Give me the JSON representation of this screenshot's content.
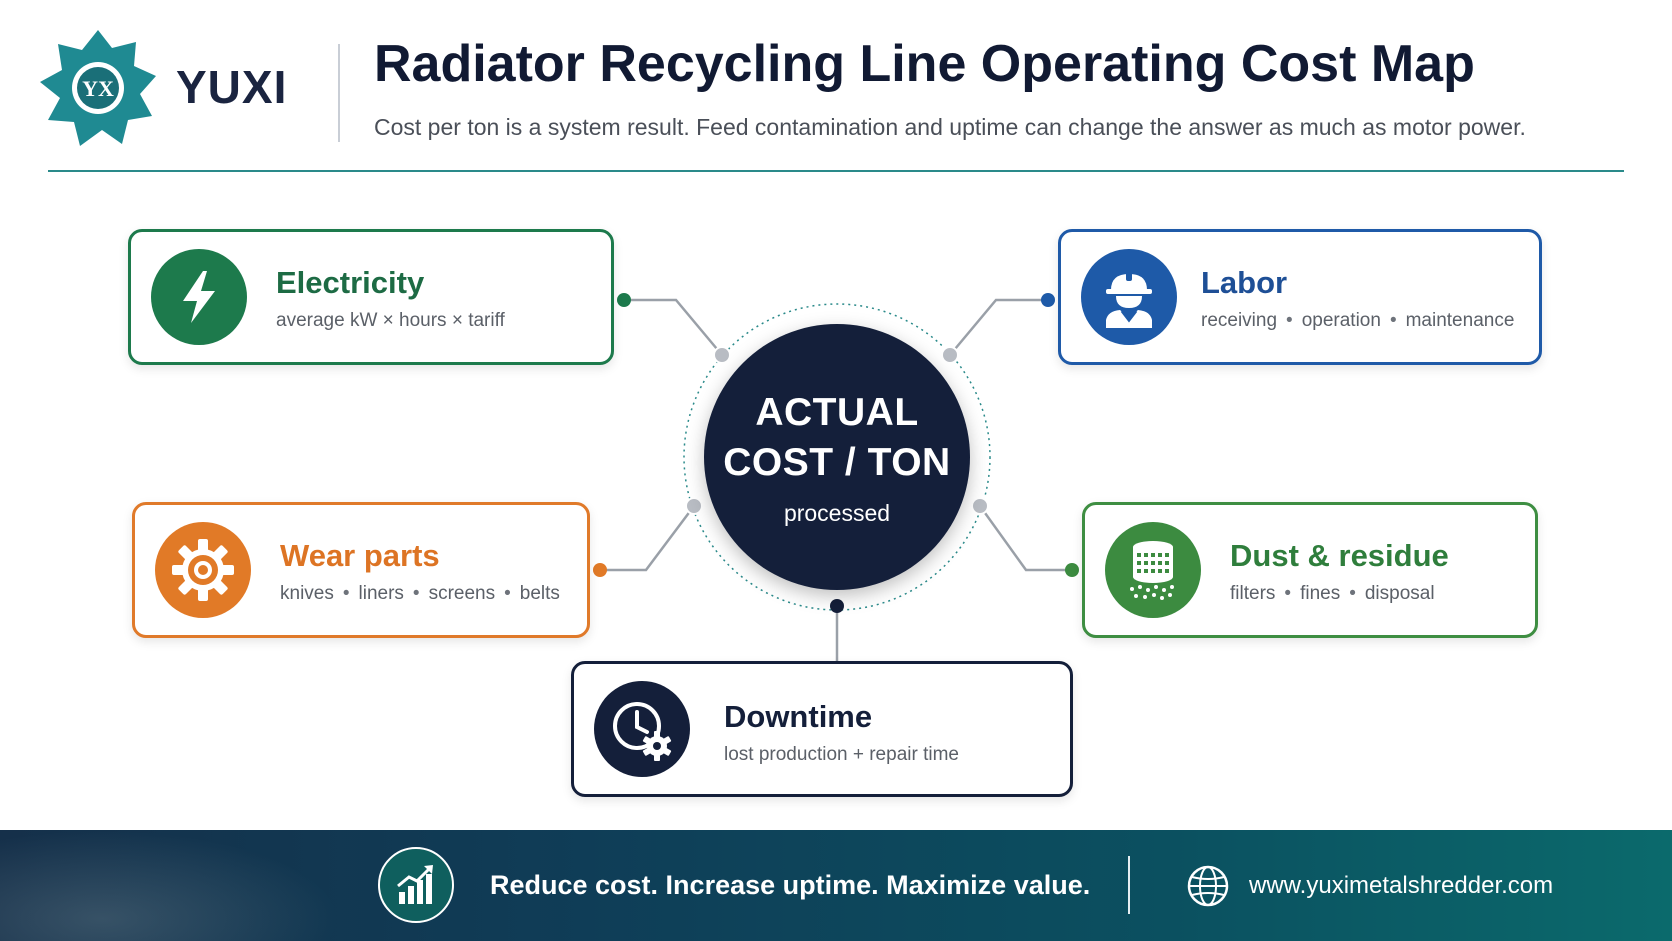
{
  "brand": {
    "name": "YUXI",
    "logo_mark": "YX"
  },
  "header": {
    "title": "Radiator Recycling Line Operating Cost Map",
    "subtitle": "Cost per ton is a system result. Feed contamination and uptime can change the answer as much as motor power."
  },
  "hub": {
    "line1": "ACTUAL",
    "line2": "COST / TON",
    "sub": "processed"
  },
  "factors": {
    "electricity": {
      "title": "Electricity",
      "desc": "average kW × hours × tariff",
      "icon": "lightning-bolt-icon",
      "color": "#1d7a4c"
    },
    "labor": {
      "title": "Labor",
      "items": [
        "receiving",
        "operation",
        "maintenance"
      ],
      "icon": "worker-hardhat-icon",
      "color": "#1e5aa8"
    },
    "wear": {
      "title": "Wear parts",
      "items": [
        "knives",
        "liners",
        "screens",
        "belts"
      ],
      "icon": "gear-icon",
      "color": "#e17a27"
    },
    "dust": {
      "title": "Dust & residue",
      "items": [
        "filters",
        "fines",
        "disposal"
      ],
      "icon": "dust-filter-icon",
      "color": "#3c8b40"
    },
    "downtime": {
      "title": "Downtime",
      "desc": "lost production + repair time",
      "icon": "clock-gear-icon",
      "color": "#141f3a"
    }
  },
  "footer": {
    "slogan": "Reduce cost. Increase uptime. Maximize value.",
    "website": "www.yuximetalshredder.com",
    "slogan_icon": "growth-chart-icon",
    "website_icon": "globe-icon"
  }
}
